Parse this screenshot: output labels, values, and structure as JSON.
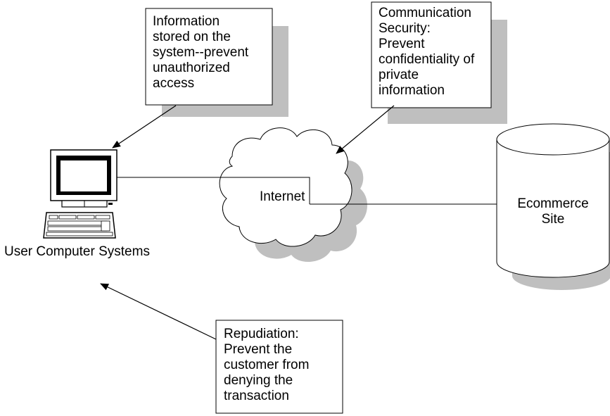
{
  "callouts": {
    "stored_info": {
      "lines": [
        "Information",
        "stored on the",
        "system--prevent",
        "unauthorized",
        "access"
      ]
    },
    "comm_security": {
      "lines": [
        "Communication",
        "Security:",
        "Prevent",
        "confidentiality of",
        "private",
        "information"
      ]
    },
    "repudiation": {
      "lines": [
        "Repudiation:",
        "Prevent the",
        "customer from",
        "denying the",
        "transaction"
      ]
    }
  },
  "labels": {
    "user_systems": "User Computer Systems",
    "internet": "Internet",
    "ecommerce_line1": "Ecommerce",
    "ecommerce_line2": "Site"
  },
  "colors": {
    "shadow": "#bfbfbf",
    "stroke": "#000000",
    "fill": "#ffffff"
  }
}
